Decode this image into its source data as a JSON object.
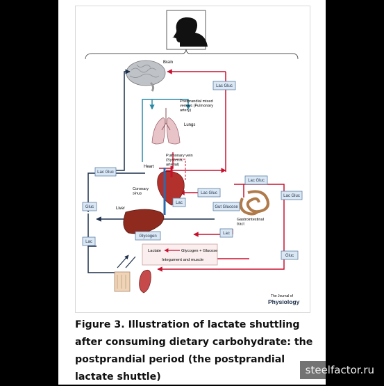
{
  "diagram": {
    "organs": {
      "brain": "Brain",
      "lungs": "Lungs",
      "heart": "Heart",
      "coronary_sinus": "Coronary sinus",
      "liver": "Liver",
      "gi_tract": "Gastrointestinal tract",
      "integument_muscle": "Integument and muscle"
    },
    "vessels": {
      "postprandial_venous": "Postprandial mixed venous (Pulmonary artery)",
      "pulmonary_vein": "Pulmonary vein (Systemic arterial)"
    },
    "boxes": {
      "lac_gluc_brain": "Lac Gluc",
      "lac_gluc_left": "Lac Gluc",
      "lac_gluc_gi_in": "Lac Gluc",
      "lac_gluc_gi_out": "Lac Gluc",
      "lac_gluc_far_right": "Lac Gluc",
      "gluc_left": "Gluc",
      "lac_left": "Lac",
      "lac_heart": "Lac",
      "gut_glucose": "Gut Glucose",
      "glycogen": "Glycogen",
      "lac_liver": "Lac",
      "gluc_bottom_right": "Gluc"
    },
    "reaction": {
      "lactate": "Lactate",
      "glycogen_glucose": "Glycogen + Glucose"
    },
    "journal_small": "The Journal of",
    "journal_big": "Physiology"
  },
  "caption": "Figure 3. Illustration of lactate shuttling after consuming dietary carbohydrate: the postprandial period (the postprandial lactate shuttle)",
  "watermark": "steelfactor.ru",
  "colors": {
    "artery": "#c8102e",
    "vein": "#1c2e4a",
    "venous_blue": "#2a8aa8",
    "box": "#dbe8f4"
  }
}
